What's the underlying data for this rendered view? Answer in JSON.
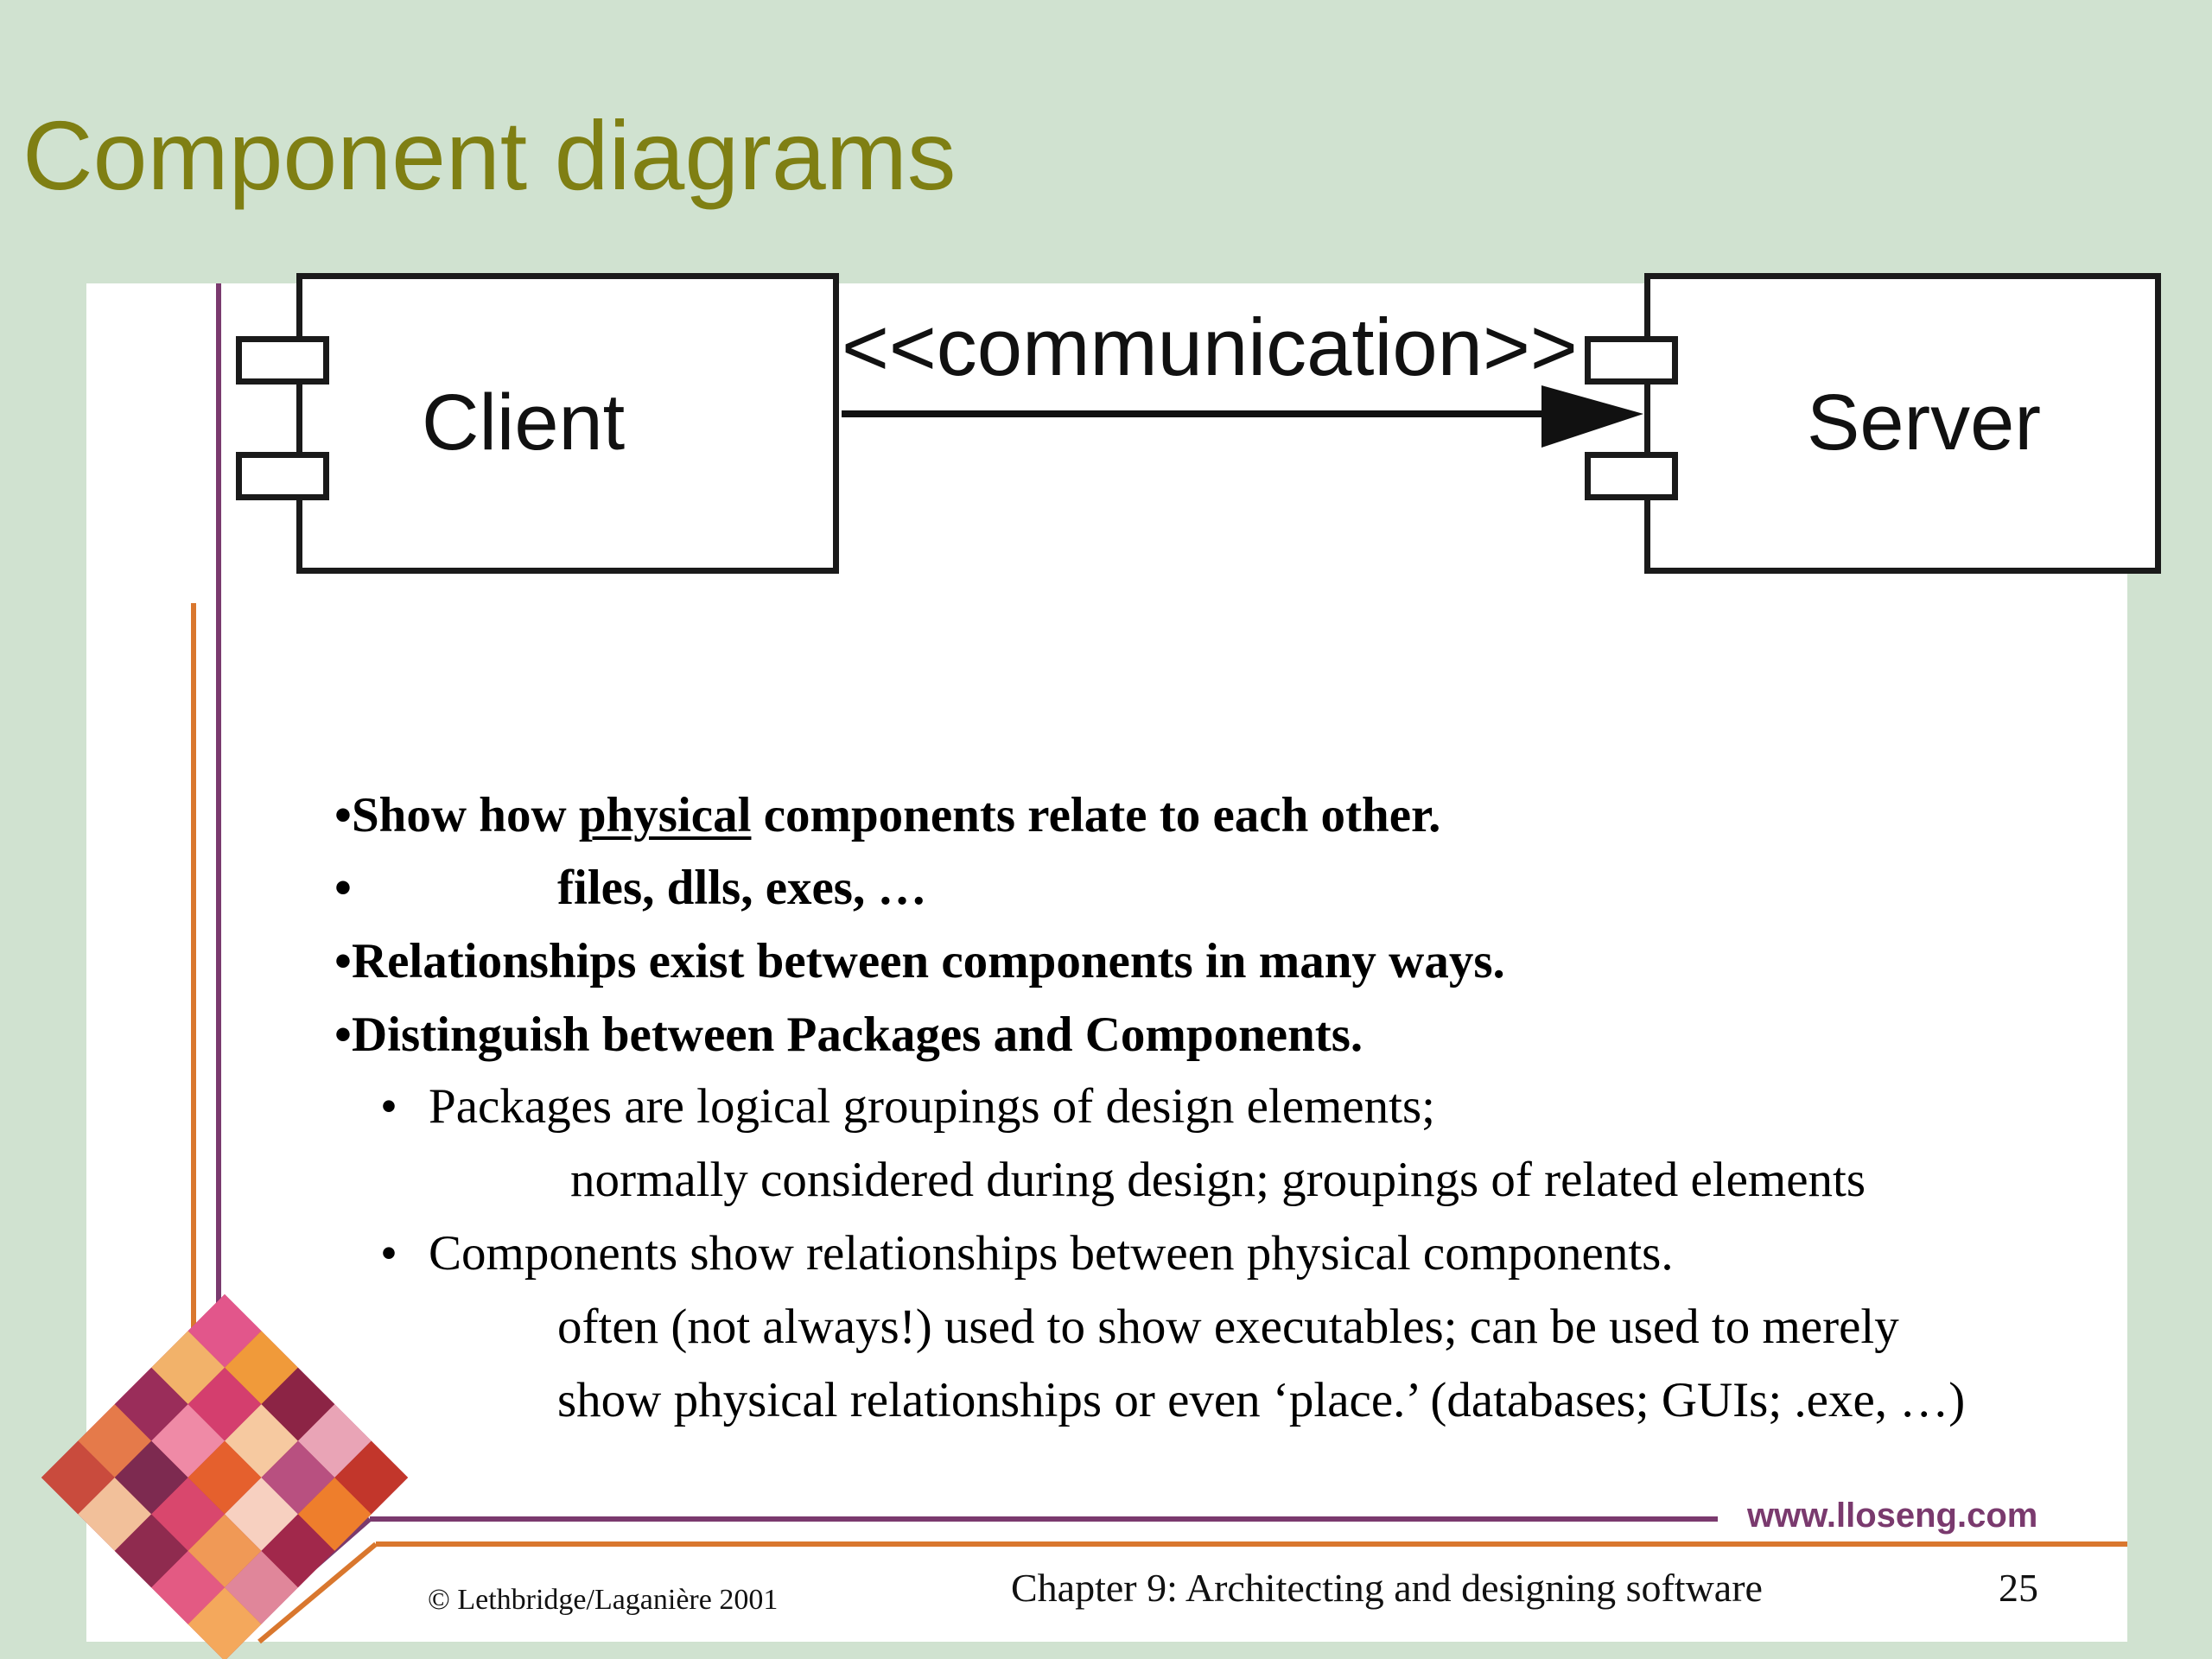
{
  "title": "Component diagrams",
  "diagram": {
    "client_label": "Client",
    "server_label": "Server",
    "connector_label": "<<communication>>"
  },
  "bullets": {
    "b1_pre": "•Show how ",
    "b1_underlined": "physical",
    "b1_post": " components relate to each other.",
    "b2_bullet": "•",
    "b2_text": "files, dlls, exes, …",
    "b3": "•Relationships exist between components in many ways.",
    "b4": "•Distinguish between Packages and Components.",
    "sub1_bullet": "•",
    "sub1": "Packages are logical groupings of design elements;",
    "sub1_cont": "normally considered during design;  groupings of related elements",
    "sub2_bullet": "•",
    "sub2": "Components show  relationships between physical components.",
    "sub2_cont1": "often (not always!) used to show executables;  can be used to merely",
    "sub2_cont2": "show physical relationships or even ‘place.’ (databases;  GUIs;  .exe, …)"
  },
  "footer": {
    "website": "www.lloseng.com",
    "copyright": "© Lethbridge/Laganière 2001",
    "chapter": "Chapter 9: Architecting and designing software",
    "page_number": "25"
  },
  "colors": {
    "background": "#d0e2d0",
    "title": "#7f7f13",
    "purple_rule": "#7a3a6e",
    "orange_rule": "#d9772e"
  }
}
